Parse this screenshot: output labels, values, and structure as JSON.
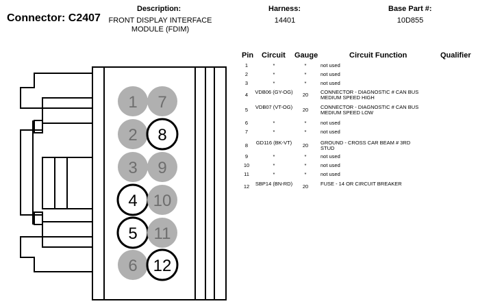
{
  "header": {
    "connector": "Connector: C2407",
    "description_label": "Description:",
    "description_value": "FRONT DISPLAY INTERFACE MODULE (FDIM)",
    "harness_label": "Harness:",
    "harness_value": "14401",
    "base_part_label": "Base Part #:",
    "base_part_value": "10D855"
  },
  "table": {
    "headers": {
      "pin": "Pin",
      "circuit": "Circuit",
      "gauge": "Gauge",
      "function": "Circuit Function",
      "qualifier": "Qualifier"
    },
    "rows": [
      {
        "pin": "1",
        "circuit": "*",
        "gauge": "*",
        "function": "not used"
      },
      {
        "pin": "2",
        "circuit": "*",
        "gauge": "*",
        "function": "not used"
      },
      {
        "pin": "3",
        "circuit": "*",
        "gauge": "*",
        "function": "not used"
      },
      {
        "pin": "4",
        "circuit": "VDB06 (GY-OG)",
        "gauge": "20",
        "function": "CONNECTOR - DIAGNOSTIC # CAN BUS MEDIUM SPEED HIGH"
      },
      {
        "pin": "5",
        "circuit": "VDB07 (VT-OG)",
        "gauge": "20",
        "function": "CONNECTOR - DIAGNOSTIC # CAN BUS MEDIUM SPEED LOW"
      },
      {
        "pin": "6",
        "circuit": "*",
        "gauge": "*",
        "function": "not used"
      },
      {
        "pin": "7",
        "circuit": "*",
        "gauge": "*",
        "function": "not used"
      },
      {
        "pin": "8",
        "circuit": "GD116 (BK-VT)",
        "gauge": "20",
        "function": "GROUND - CROSS CAR BEAM # 3RD STUD"
      },
      {
        "pin": "9",
        "circuit": "*",
        "gauge": "*",
        "function": "not used"
      },
      {
        "pin": "10",
        "circuit": "*",
        "gauge": "*",
        "function": "not used"
      },
      {
        "pin": "11",
        "circuit": "*",
        "gauge": "*",
        "function": "not used"
      },
      {
        "pin": "12",
        "circuit": "SBP14 (BN-RD)",
        "gauge": "20",
        "function": "FUSE - 14 OR CIRCUIT BREAKER"
      }
    ]
  },
  "pins": [
    {
      "label": "1",
      "used": false
    },
    {
      "label": "7",
      "used": false
    },
    {
      "label": "2",
      "used": false
    },
    {
      "label": "8",
      "used": true
    },
    {
      "label": "3",
      "used": false
    },
    {
      "label": "9",
      "used": false
    },
    {
      "label": "4",
      "used": true
    },
    {
      "label": "10",
      "used": false
    },
    {
      "label": "5",
      "used": true
    },
    {
      "label": "11",
      "used": false
    },
    {
      "label": "6",
      "used": false
    },
    {
      "label": "12",
      "used": true
    }
  ],
  "colors": {
    "unused_pin": "#b0b0b0",
    "used_pin": "#ffffff",
    "unused_text": "#6e6e6e",
    "line": "#000000"
  }
}
